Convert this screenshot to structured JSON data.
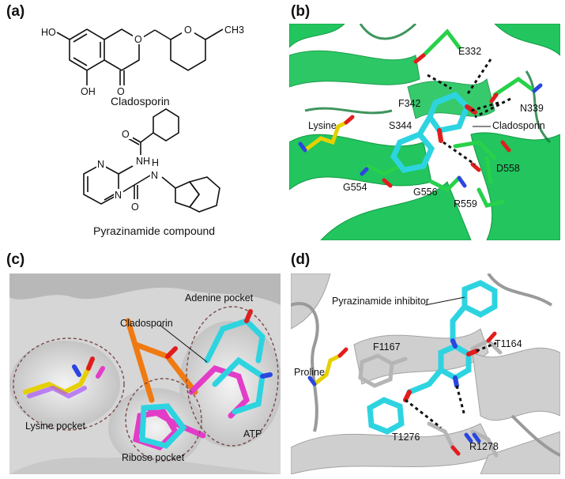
{
  "figure": {
    "panels": [
      {
        "id": "a",
        "label": "(a)",
        "compounds": [
          {
            "name": "Cladosporin",
            "atom_labels": [
              "HO",
              "OH",
              "O",
              "O",
              "O",
              "CH3"
            ]
          },
          {
            "name": "Pyrazinamide compound",
            "atom_labels": [
              "O",
              "NH",
              "N",
              "N",
              "H",
              "N",
              "O"
            ]
          }
        ]
      },
      {
        "id": "b",
        "label": "(b)",
        "annotations": [
          "E332",
          "F342",
          "N339",
          "Lysine",
          "S344",
          "Cladosporin",
          "D558",
          "G554",
          "G556",
          "R559"
        ],
        "colors": {
          "background": "#ffffff",
          "protein": "#22c55e",
          "ligand": "#2dd4e0",
          "lysine": "#e6d000",
          "oxygen": "#e11d1d",
          "nitrogen": "#2b46e0"
        }
      },
      {
        "id": "c",
        "label": "(c)",
        "annotations": [
          "Adenine pocket",
          "Cladosporin",
          "Lysine pocket",
          "Ribose pocket",
          "ATP"
        ],
        "colors": {
          "surface": "#d6d6d6",
          "ligand": "#2dd4e0",
          "atp": "#e33cc8",
          "phosphate": "#f07a12",
          "circles": "#7a4a4a"
        }
      },
      {
        "id": "d",
        "label": "(d)",
        "annotations": [
          "Pyrazinamide inhibitor",
          "F1167",
          "T1164",
          "Proline",
          "T1276",
          "R1278"
        ],
        "colors": {
          "protein": "#bdbdbd",
          "ligand": "#2dd4e0",
          "proline": "#e6d000"
        }
      }
    ]
  }
}
